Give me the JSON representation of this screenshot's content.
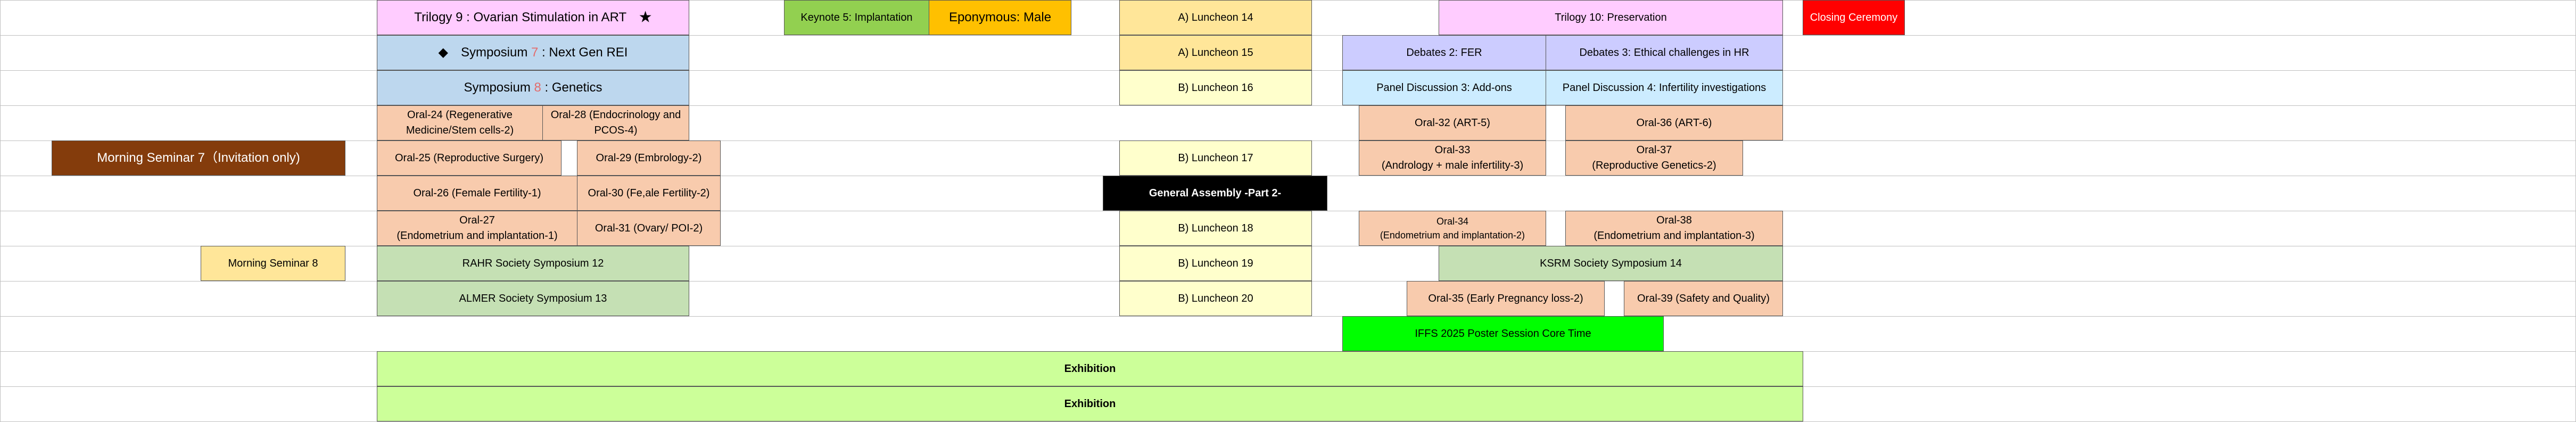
{
  "colors": {
    "trilogy": "#ffccff",
    "symposium": "#bdd7ee",
    "oral": "#f8cbad",
    "seminar_brown": "#843c0c",
    "seminar_yellow": "#ffe699",
    "keynote": "#92d050",
    "eponymous": "#ffc000",
    "luncheon_a": "#ffe699",
    "luncheon_b": "#ffffcc",
    "debate": "#ccccff",
    "panel": "#ccecff",
    "society": "#c5e0b4",
    "assembly": "#000000",
    "poster": "#00ff00",
    "exhibition": "#ccff99",
    "closing": "#ff0000"
  },
  "sessions": {
    "trilogy9": "Trilogy 9 : Ovarian Stimulation in ART　★",
    "keynote5": "Keynote 5: Implantation",
    "eponymous": "Eponymous: Male",
    "luncheon14": "A) Luncheon 14",
    "trilogy10": "Trilogy 10: Preservation",
    "closing": "Closing Ceremony",
    "symposium7_pre": "◆　Symposium ",
    "symposium7_num": "7",
    "symposium7_post": " : Next Gen REI",
    "luncheon15": "A) Luncheon 15",
    "debates2": "Debates 2: FER",
    "debates3": "Debates 3: Ethical challenges in HR",
    "symposium8_pre": "Symposium ",
    "symposium8_num": "8",
    "symposium8_post": " : Genetics",
    "luncheon16": "B) Luncheon 16",
    "panel3": "Panel Discussion 3: Add-ons",
    "panel4": "Panel Discussion 4: Infertility investigations",
    "oral24": "Oral-24 (Regenerative\nMedicine/Stem cells-2)",
    "oral28": "Oral-28 (Endocrinology and\nPCOS-4)",
    "oral32": "Oral-32 (ART-5)",
    "oral36": "Oral-36 (ART-6)",
    "morning7": "Morning Seminar 7（Invitation only)",
    "oral25": "Oral-25 (Reproductive Surgery)",
    "oral29": "Oral-29 (Embrology-2)",
    "luncheon17": "B) Luncheon 17",
    "oral33": "Oral-33\n(Andrology + male infertility-3)",
    "oral37": "Oral-37\n(Reproductive Genetics-2)",
    "oral26": "Oral-26 (Female Fertility-1)",
    "oral30": "Oral-30 (Fe,ale Fertility-2)",
    "assembly": "General Assembly -Part 2-",
    "oral27": "Oral-27\n(Endometrium and implantation-1)",
    "oral31": "Oral-31 (Ovary/ POI-2)",
    "luncheon18": "B) Luncheon 18",
    "oral34": "Oral-34\n(Endometrium and implantation-2)",
    "oral38": "Oral-38\n(Endometrium and implantation-3)",
    "morning8": "Morning Seminar 8",
    "rahr12": "RAHR Society Symposium 12",
    "luncheon19": "B) Luncheon 19",
    "ksrm14": "KSRM Society Symposium 14",
    "almer13": "ALMER Society Symposium 13",
    "luncheon20": "B) Luncheon 20",
    "oral35": "Oral-35 (Early Pregnancy loss-2)",
    "oral39": "Oral-39 (Safety and Quality)",
    "poster": "IFFS 2025 Poster Session Core Time",
    "exhibition1": "Exhibition",
    "exhibition2": "Exhibition"
  }
}
